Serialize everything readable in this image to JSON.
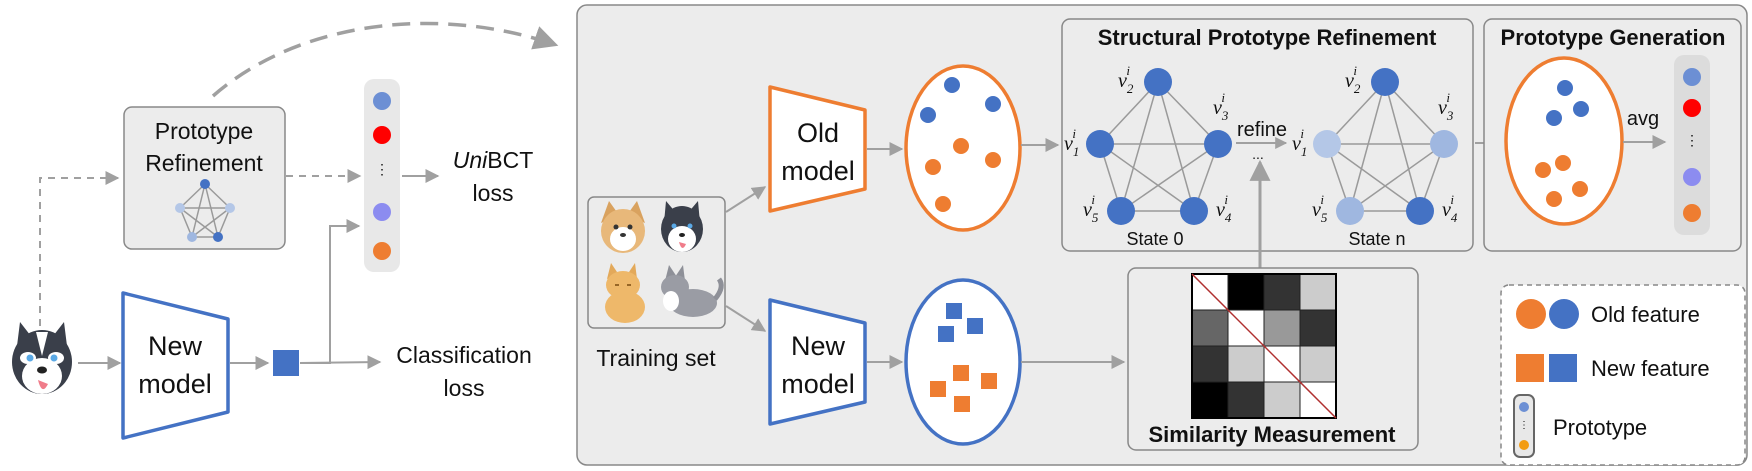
{
  "left": {
    "prototype_refinement": [
      "Prototype",
      "Refinement"
    ],
    "loss_unibct": {
      "italic": "Uni",
      "rest": "BCT",
      "line2": "loss"
    },
    "new_model": [
      "New",
      "model"
    ],
    "classification_loss": [
      "Classification",
      "loss"
    ]
  },
  "main": {
    "old_model": [
      "Old",
      "model"
    ],
    "new_model": [
      "New",
      "model"
    ],
    "training_set": "Training set",
    "structural_title": "Structural Prototype Refinement",
    "prototype_generation_title": "Prototype Generation",
    "similarity_title": "Similarity Measurement",
    "refine_label": "refine",
    "ellipsis": "...",
    "state0": "State 0",
    "staten": "State n",
    "avg": "avg",
    "vertex_labels": [
      "v1",
      "v2",
      "v3",
      "v4",
      "v5"
    ]
  },
  "legend": {
    "old_feature": "Old feature",
    "new_feature": "New feature",
    "prototype": "Prototype"
  },
  "similarity_matrix": [
    [
      "#ffffff",
      "#000000",
      "#333333",
      "#cccccc"
    ],
    [
      "#666666",
      "#ffffff",
      "#999999",
      "#333333"
    ],
    [
      "#333333",
      "#cccccc",
      "#ffffff",
      "#cccccc"
    ],
    [
      "#000000",
      "#333333",
      "#cccccc",
      "#ffffff"
    ]
  ],
  "colors": {
    "orange": "#ee7d31",
    "blue": "#4472c4",
    "light_blue": "#b4c7e7",
    "red": "#ff0000",
    "purple": "#8c8cf0",
    "mid_blue": "#6c8fd4",
    "panel_bg": "#ececec",
    "border": "#888888",
    "arrow": "#a0a0a0"
  }
}
